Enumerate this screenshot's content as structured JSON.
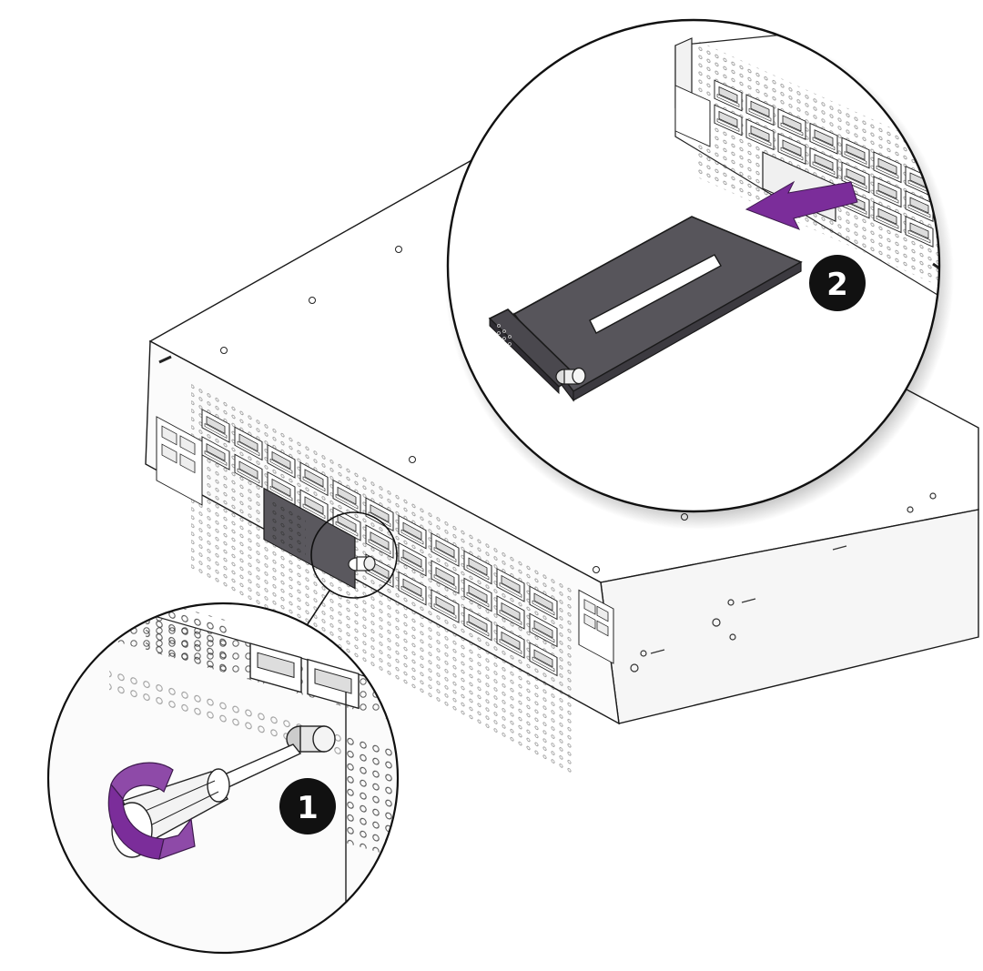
{
  "steps": [
    {
      "number": "1",
      "action": "loosen-captive-screw"
    },
    {
      "number": "2",
      "action": "slide-module-out"
    }
  ],
  "colors": {
    "line": "#1a1a1a",
    "chassis": "#ffffff",
    "chassis_side": "#f4f4f4",
    "module": "#57555b",
    "module_dark": "#3c3a40",
    "arrow": "#7b2d9a",
    "rotation_band": "#8e4aa8",
    "badge": "#111111"
  },
  "icons": {
    "screwdriver": "screwdriver-icon",
    "rotation_arrow": "rotate-ccw-icon",
    "pull_arrow": "arrow-left-icon",
    "captive_screw": "thumbscrew-icon"
  }
}
